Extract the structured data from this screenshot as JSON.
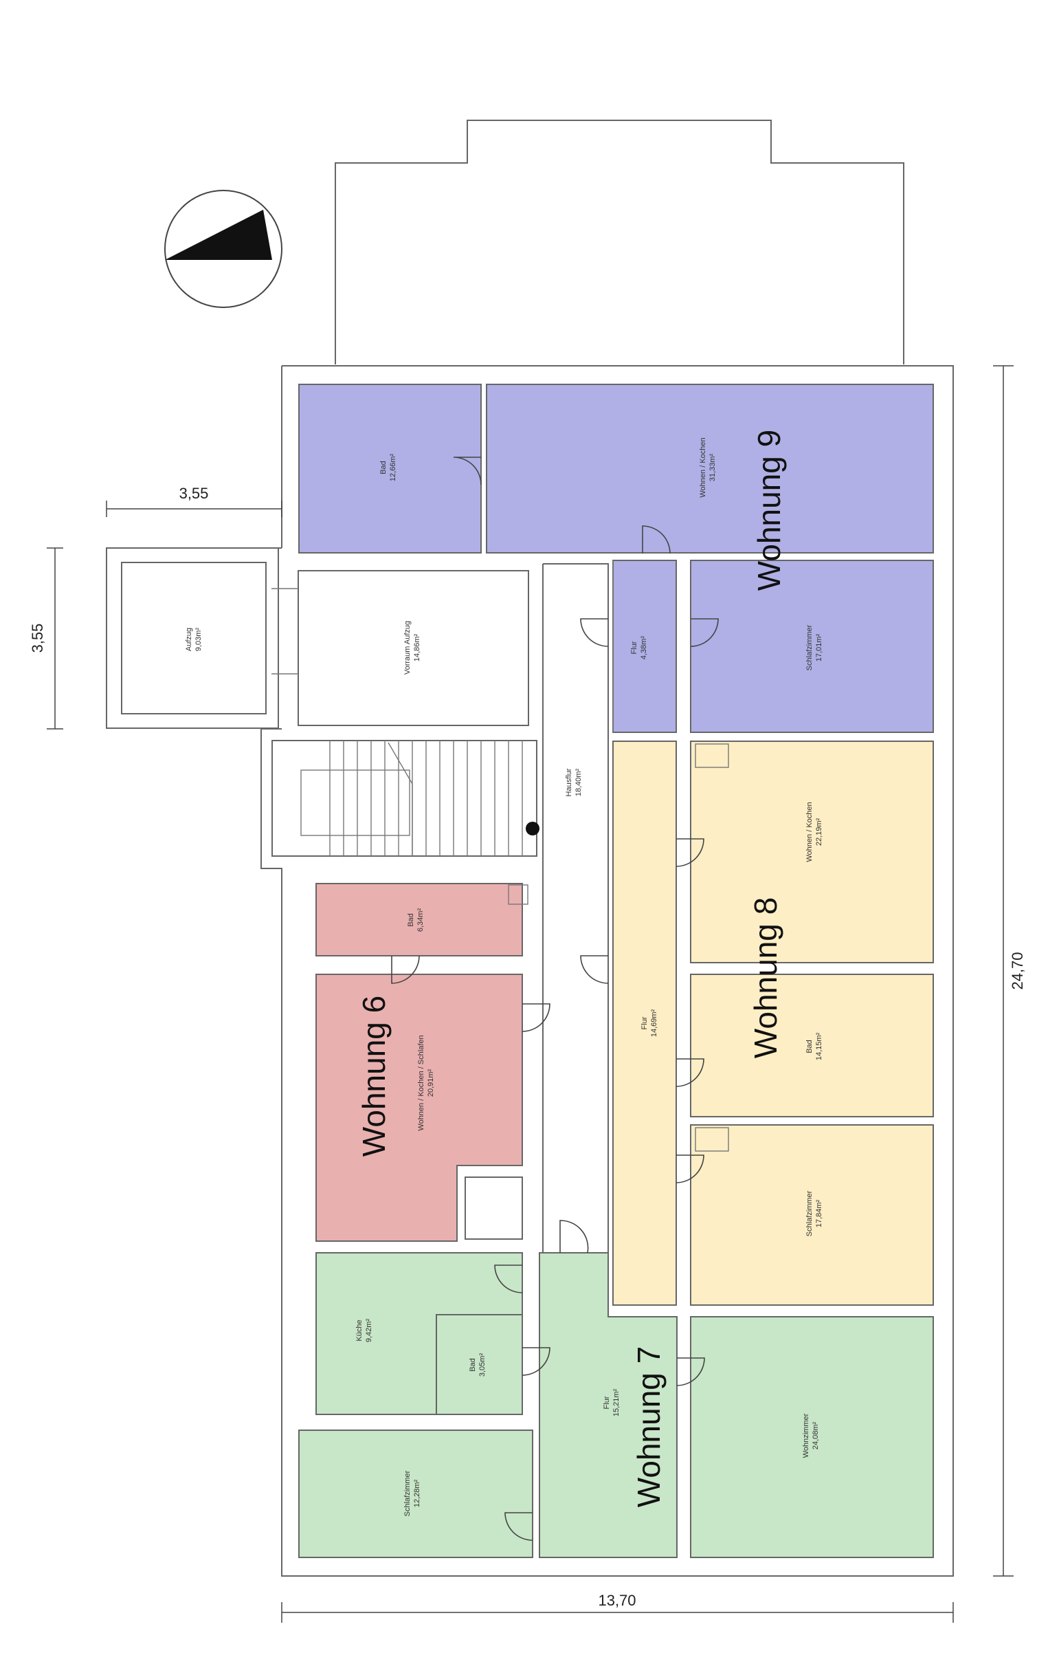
{
  "colors": {
    "wohnung_9": "#b0b0e6",
    "wohnung_8": "#fdeec5",
    "wohnung_7": "#c8e6c8",
    "wohnung_6": "#e9b0b0",
    "outline": "#666666"
  },
  "icons": [
    "north-arrow-icon"
  ],
  "dimensions": {
    "width": "13,70",
    "height": "24,70",
    "elevator_width": "3,55",
    "elevator_height": "3,55"
  },
  "apartments": {
    "wohnung_6": "Wohnung 6",
    "wohnung_7": "Wohnung 7",
    "wohnung_8": "Wohnung 8",
    "wohnung_9": "Wohnung 9"
  },
  "rooms": {
    "w9_bad": {
      "name": "Bad",
      "area": "12,66m²"
    },
    "w9_wohnen": {
      "name": "Wohnen / Kochen",
      "area": "31,33m²"
    },
    "w9_flur": {
      "name": "Flur",
      "area": "4,38m²"
    },
    "w9_schlafen": {
      "name": "Schlafzimmer",
      "area": "17,01m²"
    },
    "aufzug": {
      "name": "Aufzug",
      "area": "9,03m²"
    },
    "vorraum": {
      "name": "Vorraum Aufzug",
      "area": "14,86m²"
    },
    "hausflur": {
      "name": "Hausflur",
      "area": "18,40m²"
    },
    "w6_bad": {
      "name": "Bad",
      "area": "6,34m²"
    },
    "w6_wohnen": {
      "name": "Wohnen / Kochen / Schlafen",
      "area": "20,91m²"
    },
    "w8_flur": {
      "name": "Flur",
      "area": "14,69m²"
    },
    "w8_wohnen": {
      "name": "Wohnen / Kochen",
      "area": "22,19m²"
    },
    "w8_bad": {
      "name": "Bad",
      "area": "14,15m²"
    },
    "w8_schlafen": {
      "name": "Schlafzimmer",
      "area": "17,84m²"
    },
    "w7_kueche": {
      "name": "Küche",
      "area": "9,42m²"
    },
    "w7_bad": {
      "name": "Bad",
      "area": "3,05m²"
    },
    "w7_flur": {
      "name": "Flur",
      "area": "15,21m²"
    },
    "w7_schlafen": {
      "name": "Schlafzimmer",
      "area": "12,28m²"
    },
    "w7_wohnen": {
      "name": "Wohnzimmer",
      "area": "24,08m²"
    }
  }
}
